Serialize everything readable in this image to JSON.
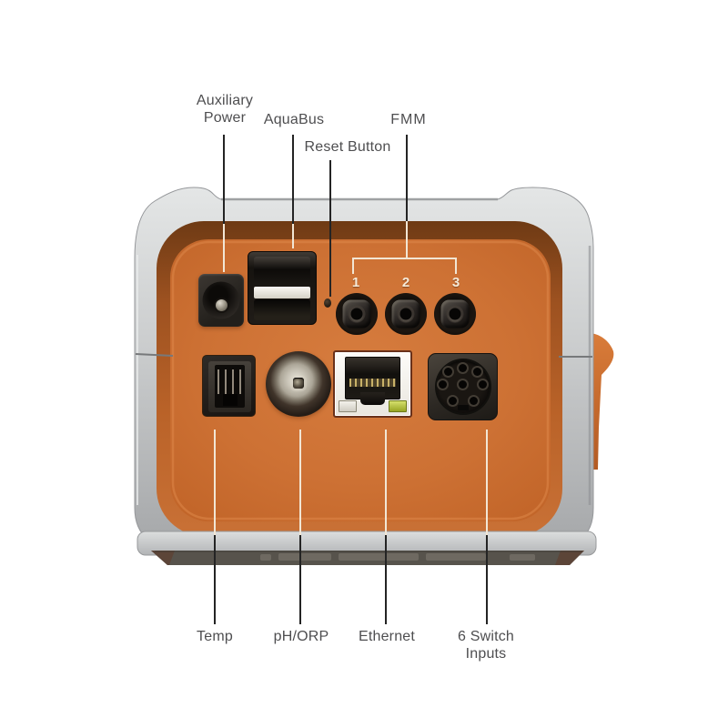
{
  "title": "Aquarium controller rear panel port diagram",
  "colors": {
    "background": "#ffffff",
    "panel_orange": "#cd7134",
    "panel_rim_dark": "#6e3a14",
    "body_gray": "#c9cbcc",
    "base_band_dark": "#57534c",
    "label_text": "#4e4e50",
    "callout_dark": "#242424",
    "callout_light": "#f2e6d4",
    "ethernet_led_green": "#a3b02c"
  },
  "callouts": {
    "top": [
      {
        "id": "auxiliary-power",
        "label": "Auxiliary\nPower"
      },
      {
        "id": "aquabus",
        "label": "AquaBus"
      },
      {
        "id": "reset-button",
        "label": "Reset Button"
      },
      {
        "id": "fmm",
        "label": "FMM"
      }
    ],
    "bottom": [
      {
        "id": "temp",
        "label": "Temp"
      },
      {
        "id": "ph-orp",
        "label": "pH/ORP"
      },
      {
        "id": "ethernet",
        "label": "Ethernet"
      },
      {
        "id": "switch-inputs",
        "label": "6 Switch\nInputs"
      }
    ]
  },
  "fmm_port_numbers": [
    "1",
    "2",
    "3"
  ],
  "ports": [
    {
      "id": "auxiliary-power-jack",
      "type": "barrel-power-jack"
    },
    {
      "id": "aquabus-port",
      "type": "dual-usb-stack"
    },
    {
      "id": "reset-pinhole",
      "type": "recessed-pinhole-button"
    },
    {
      "id": "fmm-port-1",
      "type": "round-jack"
    },
    {
      "id": "fmm-port-2",
      "type": "round-jack"
    },
    {
      "id": "fmm-port-3",
      "type": "round-jack"
    },
    {
      "id": "temp-port",
      "type": "rj11-jack"
    },
    {
      "id": "ph-orp-port",
      "type": "bnc-connector"
    },
    {
      "id": "ethernet-port",
      "type": "rj45-jack"
    },
    {
      "id": "switch-inputs-port",
      "type": "din8-socket"
    }
  ]
}
